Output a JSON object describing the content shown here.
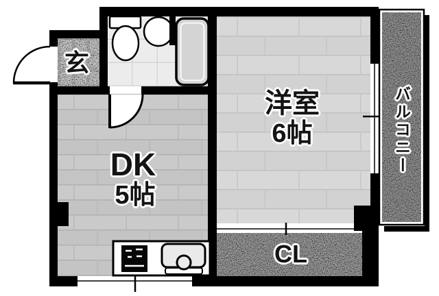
{
  "floorplan": {
    "rooms": {
      "entrance": {
        "label": "玄"
      },
      "dining_kitchen": {
        "label": "DK",
        "size": "5帖"
      },
      "western_room": {
        "label": "洋室",
        "size": "6帖"
      },
      "closet": {
        "label": "CL"
      },
      "balcony": {
        "label": "バルコニー"
      }
    },
    "colors": {
      "wall": "#000000",
      "background": "#ffffff",
      "western_room_floor": "#d6d6d6",
      "dk_floor": "#c9c9c9",
      "closet_floor": "#b2b2b2",
      "balcony_floor": "#a9a9a9",
      "washroom_floor": "#ececec",
      "entrance_tile": "#e2e2e2",
      "bathtub": "#d4d4d4"
    }
  }
}
